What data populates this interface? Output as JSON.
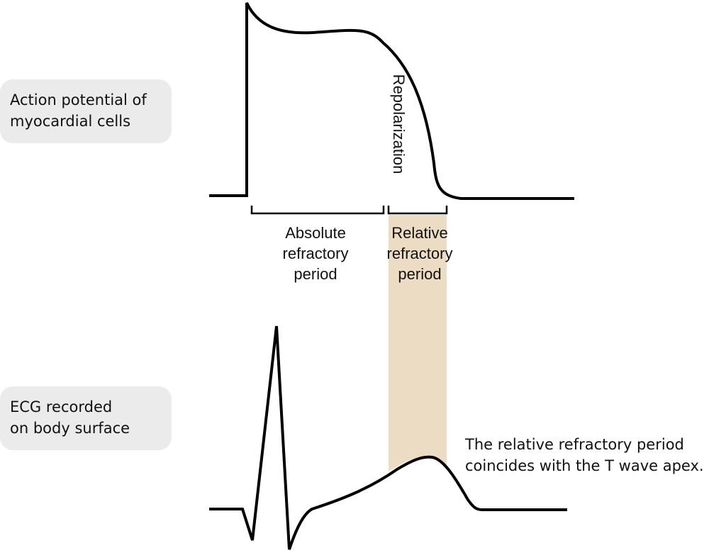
{
  "labels": {
    "action_potential": [
      "Action potential of",
      "myocardial cells"
    ],
    "ecg": [
      "ECG recorded",
      "on body surface"
    ],
    "repolarization": "Repolarization",
    "absolute_period": [
      "Absolute",
      "refractory",
      "period"
    ],
    "relative_period": [
      "Relative",
      "refractory",
      "period"
    ],
    "annotation": [
      "The relative refractory period",
      "coincides with the T wave apex."
    ]
  },
  "colors": {
    "line": "#000000",
    "relative_band": "#ecdcc4",
    "label_box": "#ebebeb"
  }
}
